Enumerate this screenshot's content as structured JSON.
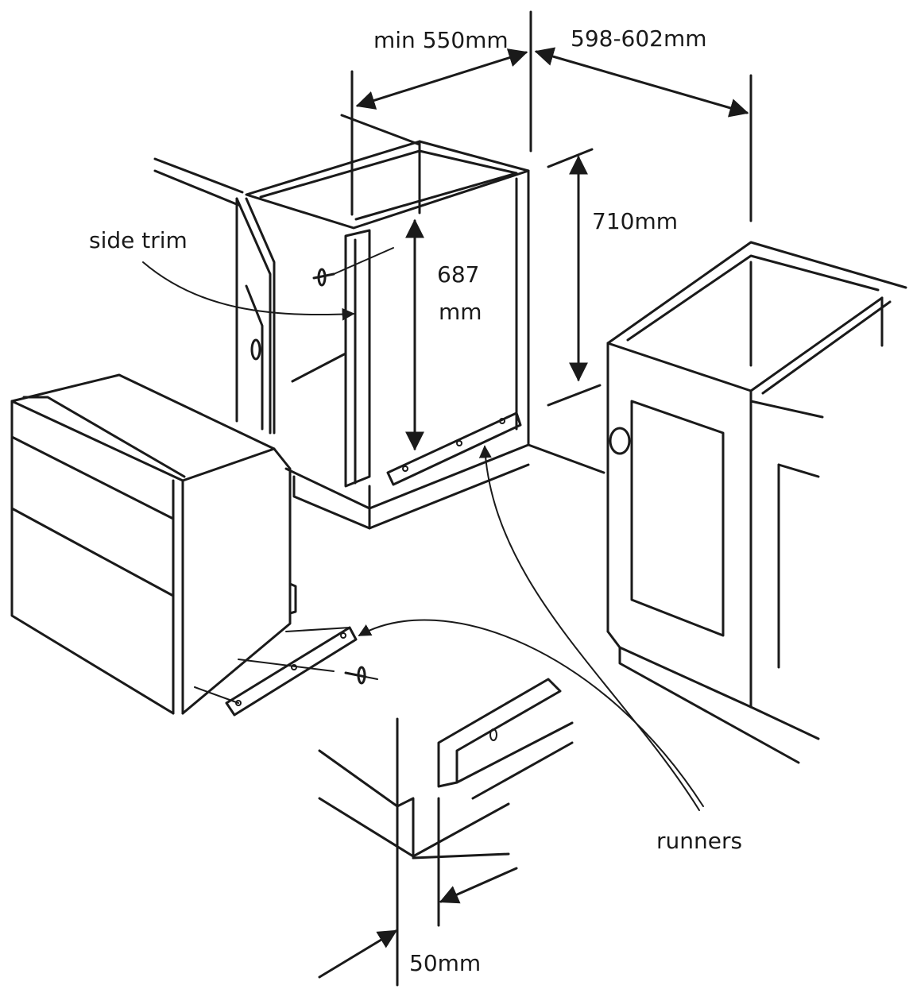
{
  "labels": {
    "depth_min": "min 550mm",
    "width_range": "598-602mm",
    "height_total": "710mm",
    "inner_height_value": "687",
    "inner_height_unit": "mm",
    "side_trim": "side trim",
    "runners": "runners",
    "plinth_offset": "50mm"
  },
  "colors": {
    "line": "#1a1a1a",
    "background": "#ffffff"
  }
}
